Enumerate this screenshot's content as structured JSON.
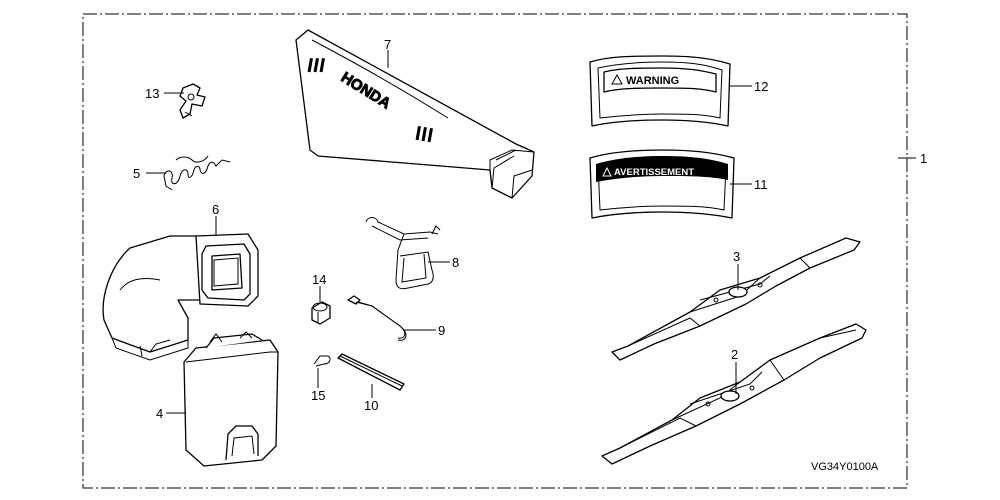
{
  "diagram": {
    "code": "VG34Y0100A",
    "callouts": {
      "c1": "1",
      "c2": "2",
      "c3": "3",
      "c4": "4",
      "c5": "5",
      "c6": "6",
      "c7": "7",
      "c8": "8",
      "c9": "9",
      "c10": "10",
      "c11": "11",
      "c12": "12",
      "c13": "13",
      "c14": "14",
      "c15": "15"
    },
    "labels": {
      "warning": "WARNING",
      "avertissement": "AVERTISSEMENT",
      "brand": "HONDA"
    }
  }
}
